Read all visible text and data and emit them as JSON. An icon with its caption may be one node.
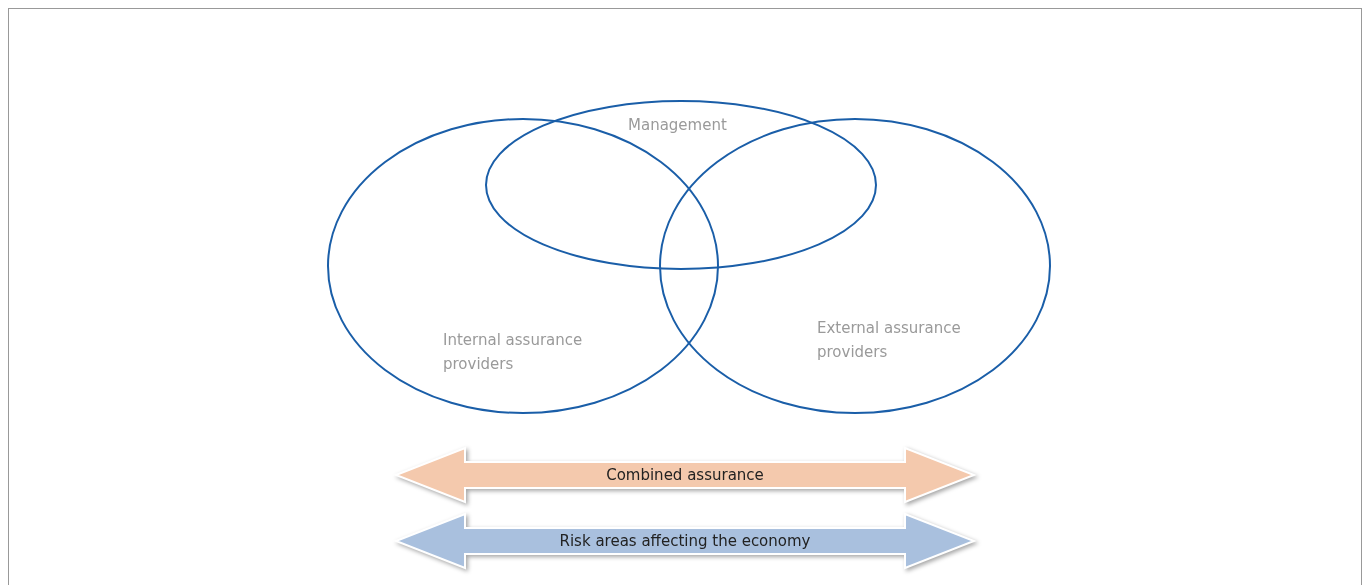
{
  "diagram": {
    "nodes": [
      {
        "text": [
          "Management"
        ]
      },
      {
        "text": [
          "Internal assurance providers"
        ]
      },
      {
        "text": [
          "External assurance providers"
        ]
      },
      {
        "text": [
          "Combined assurance"
        ]
      },
      {
        "text": [
          "Risk areas affecting the economy"
        ]
      }
    ]
  }
}
